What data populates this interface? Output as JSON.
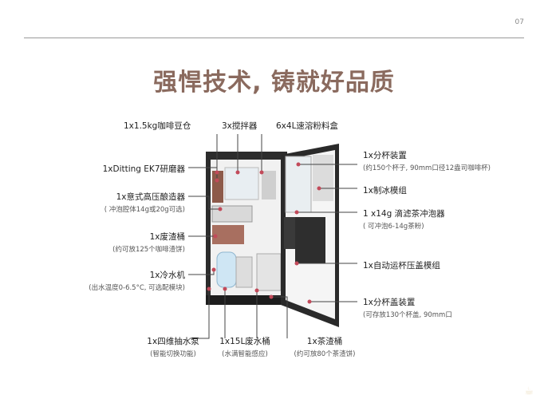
{
  "page_number": "07",
  "title": "强悍技术, 铸就好品质",
  "labels": {
    "grinder_bin": "1x1.5kg咖啡豆仓",
    "mixers": "3x搅拌器",
    "powder_box": "6x4L速溶粉料盒",
    "grinder": "1xDitting EK7研磨器",
    "brewer": "1x意式高压酿造器",
    "brewer_note": "( 冲泡腔体14g或20g可选)",
    "waste_bin": "1x废渣桶",
    "waste_bin_note": "(约可放125个咖啡渣饼)",
    "chiller": "1x冷水机",
    "chiller_note": "(出水温度0-6.5°C, 可选配模块)",
    "pump": "1x四维抽水泵",
    "pump_note": "(智能切换功能)",
    "waste_water": "1x15L废水桶",
    "waste_water_note": "(水满智能感应)",
    "tea_waste": "1x茶渣桶",
    "tea_waste_note": "(约可放80个茶渣饼)",
    "cup_dispenser": "1x分杯装置",
    "cup_dispenser_note": "(约150个杯子, 90mm口径12盎司咖啡杯)",
    "ice_maker": "1x制冰模组",
    "tea_brewer": "1 x14g 滴滤茶冲泡器",
    "tea_brewer_note": "( 可冲泡6-14g茶粉)",
    "lid_press": "1x自动运杯压盖模组",
    "lid_dispenser": "1x分杯盖装置",
    "lid_dispenser_note": "(可存放130个杯盖, 90mm口"
  }
}
